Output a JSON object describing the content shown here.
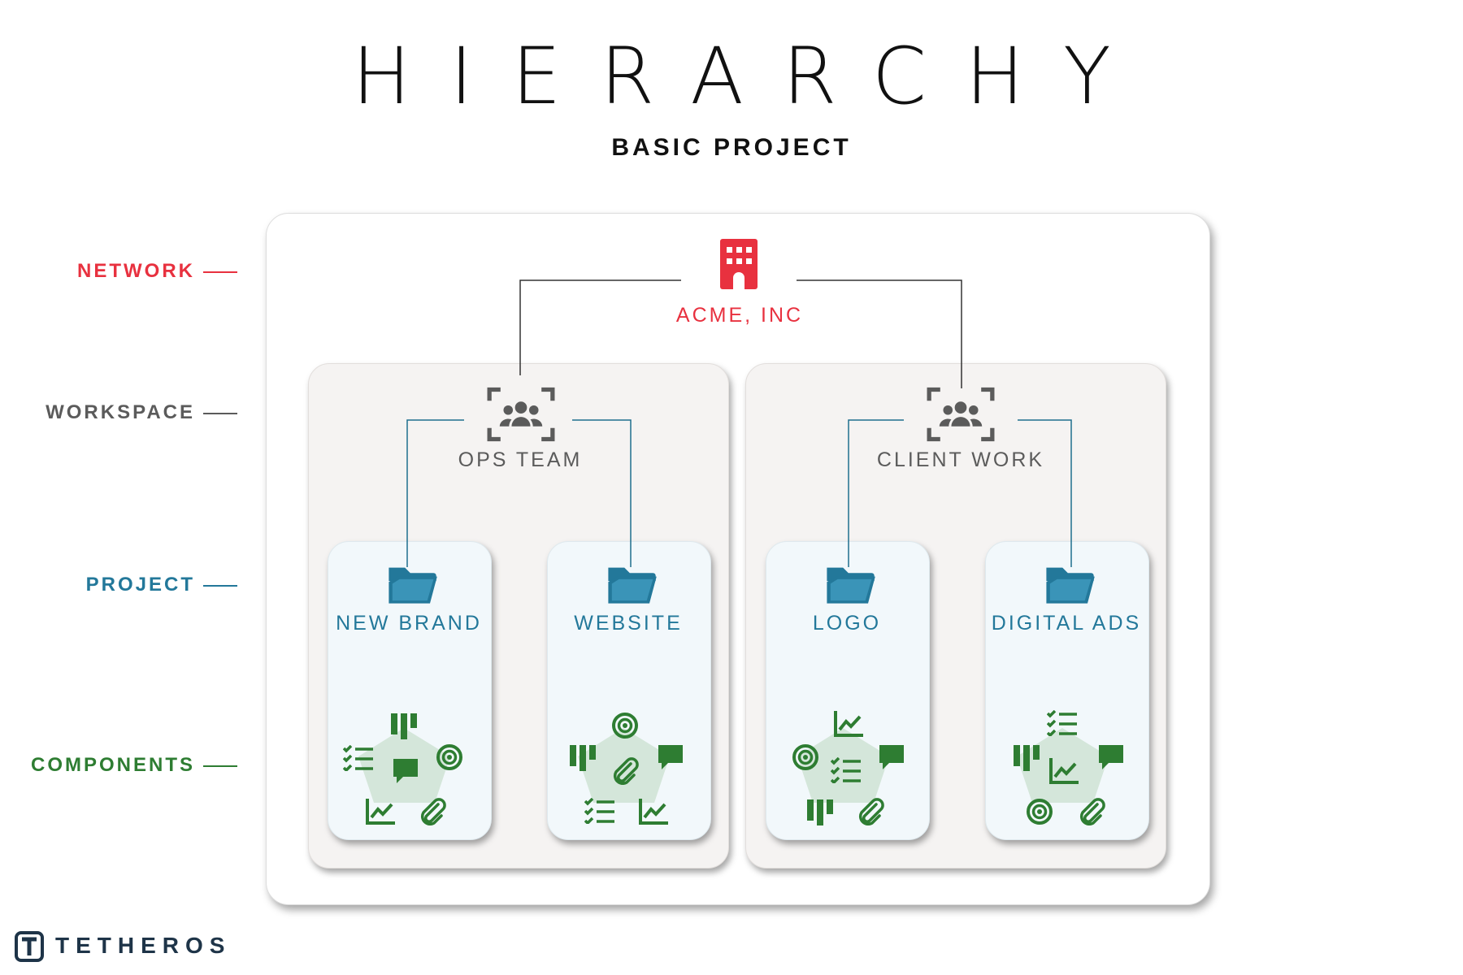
{
  "title": "HIERARCHY",
  "subtitle": "BASIC PROJECT",
  "levels": {
    "network": {
      "label": "NETWORK",
      "color": "#e8313f"
    },
    "workspace": {
      "label": "WORKSPACE",
      "color": "#5b5b5b"
    },
    "project": {
      "label": "PROJECT",
      "color": "#23789a"
    },
    "components": {
      "label": "COMPONENTS",
      "color": "#2e7d32"
    }
  },
  "network": {
    "name": "ACME, INC",
    "icon": "building-icon"
  },
  "workspaces": [
    {
      "name": "OPS TEAM",
      "icon": "team-icon"
    },
    {
      "name": "CLIENT WORK",
      "icon": "team-icon"
    }
  ],
  "projects": [
    {
      "name": "NEW BRAND",
      "icon": "folder-icon",
      "components": [
        "kanban-icon",
        "target-icon",
        "attachment-icon",
        "chart-icon",
        "checklist-icon",
        "chat-icon"
      ]
    },
    {
      "name": "WEBSITE",
      "icon": "folder-icon",
      "components": [
        "target-icon",
        "chat-icon",
        "chart-icon",
        "checklist-icon",
        "kanban-icon",
        "attachment-icon"
      ]
    },
    {
      "name": "LOGO",
      "icon": "folder-icon",
      "components": [
        "chart-icon",
        "chat-icon",
        "attachment-icon",
        "kanban-icon",
        "target-icon",
        "checklist-icon"
      ]
    },
    {
      "name": "DIGITAL ADS",
      "icon": "folder-icon",
      "components": [
        "checklist-icon",
        "chat-icon",
        "attachment-icon",
        "target-icon",
        "kanban-icon",
        "chart-icon"
      ]
    }
  ],
  "brand": {
    "name": "TETHEROS",
    "icon": "tetheros-logo-icon"
  }
}
